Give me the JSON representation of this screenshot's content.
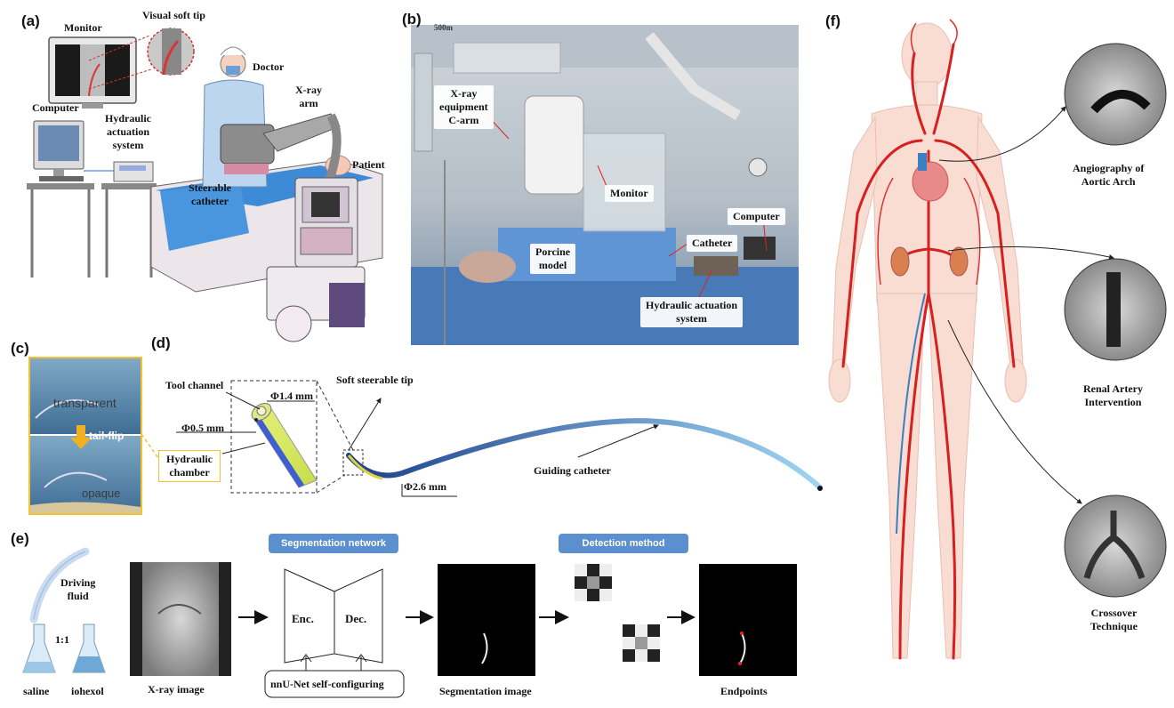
{
  "panels": {
    "a": "(a)",
    "b": "(b)",
    "c": "(c)",
    "d": "(d)",
    "e": "(e)",
    "f": "(f)"
  },
  "panel_a": {
    "monitor": "Monitor",
    "visual_soft_tip": "Visual soft tip",
    "doctor": "Doctor",
    "xray_arm_1": "X-ray",
    "xray_arm_2": "arm",
    "computer": "Computer",
    "hydraulic_1": "Hydraulic",
    "hydraulic_2": "actuation",
    "hydraulic_3": "system",
    "patient": "Patient",
    "steerable_1": "Steerable",
    "steerable_2": "catheter"
  },
  "panel_b": {
    "xray_1": "X-ray",
    "xray_2": "equipment",
    "xray_3": "C-arm",
    "monitor": "Monitor",
    "computer": "Computer",
    "catheter": "Catheter",
    "porcine_1": "Porcine",
    "porcine_2": "model",
    "hydraulic_1": "Hydraulic actuation",
    "hydraulic_2": "system",
    "brand_text": "500m"
  },
  "panel_c": {
    "transparent": "transparent",
    "tail_flip": "tail-flip",
    "opaque": "opaque"
  },
  "panel_d": {
    "tool_channel": "Tool channel",
    "phi14": "Φ1.4 mm",
    "phi05": "Φ0.5 mm",
    "hydraulic_1": "Hydraulic",
    "hydraulic_2": "chamber",
    "soft_tip": "Soft steerable tip",
    "phi26": "Φ2.6 mm",
    "guiding": "Guiding catheter"
  },
  "panel_e": {
    "driving_1": "Driving",
    "driving_2": "fluid",
    "ratio": "1:1",
    "saline": "saline",
    "iohexol": "iohexol",
    "xray_image": "X-ray image",
    "seg_network": "Segmentation network",
    "enc": "Enc.",
    "dec": "Dec.",
    "nnunet": "nnU-Net self-configuring",
    "seg_image": "Segmentation image",
    "detection": "Detection method",
    "endpoints": "Endpoints"
  },
  "panel_f": {
    "aortic_1": "Angiography of",
    "aortic_2": "Aortic Arch",
    "renal_1": "Renal Artery",
    "renal_2": "Intervention",
    "cross_1": "Crossover",
    "cross_2": "Technique"
  },
  "colors": {
    "artery": "#d62020",
    "vein": "#3a7fc0",
    "skin": "#f9dcd2",
    "button_blue": "#5b8fce",
    "highlight_yellow": "#f2c230"
  }
}
